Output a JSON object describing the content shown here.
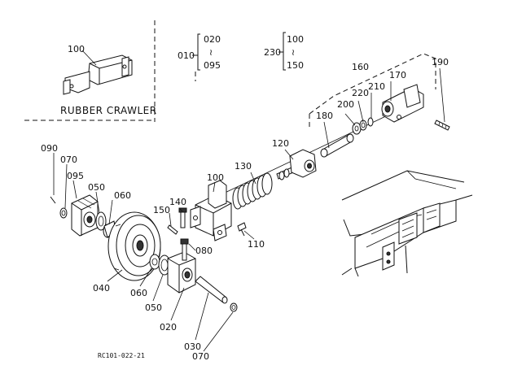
{
  "title": "",
  "inset": {
    "part": "100",
    "caption": "RUBBER CRAWLER"
  },
  "ranges": [
    {
      "ref": "010",
      "from": "020",
      "sep": "}",
      "to": "095"
    },
    {
      "ref": "230",
      "from": "100",
      "sep": "}",
      "to": "150"
    }
  ],
  "callouts": {
    "p090": "090",
    "p070a": "070",
    "p095": "095",
    "p050a": "050",
    "p060a": "060",
    "p040": "040",
    "p060b": "060",
    "p050b": "050",
    "p020": "020",
    "p030": "030",
    "p070b": "070",
    "p150": "150",
    "p140": "140",
    "p080": "080",
    "p100": "100",
    "p110": "110",
    "p130": "130",
    "p120": "120",
    "p180": "180",
    "p200": "200",
    "p220": "220",
    "p210": "210",
    "p170": "170",
    "p160": "160",
    "p190": "190"
  },
  "drawing_code": "RC101-022-21"
}
